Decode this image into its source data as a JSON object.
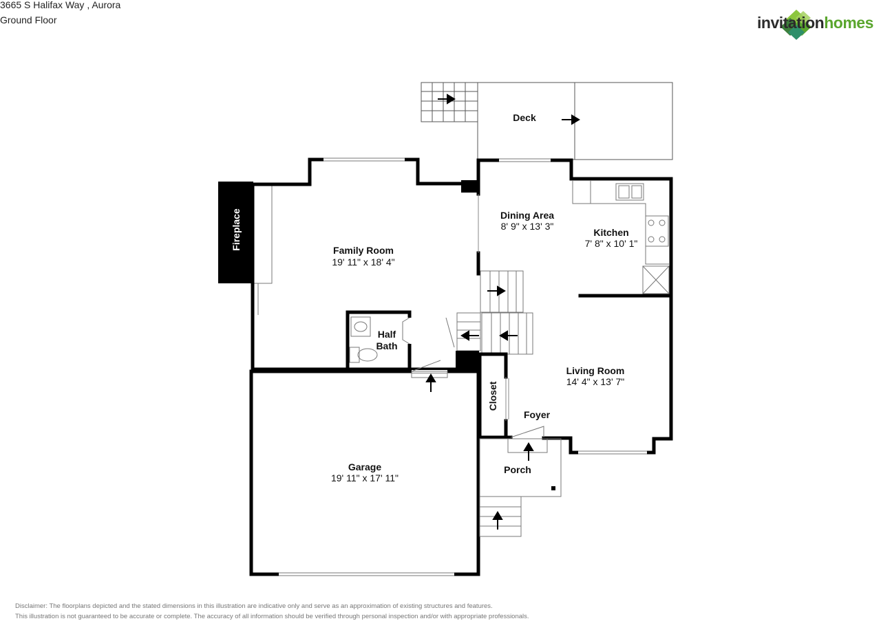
{
  "header": {
    "address": "3665 S Halifax Way , Aurora",
    "floor": "Ground Floor"
  },
  "logo": {
    "word1": "invitation",
    "word2": "homes",
    "colors": {
      "dark": "#2b2b2b",
      "green": "#5aa62e",
      "green_light": "#8cc63f",
      "green_dark": "#3d7f3b",
      "teal": "#2e8f6a"
    }
  },
  "rooms": {
    "deck": {
      "name": "Deck"
    },
    "family_room": {
      "name": "Family Room",
      "dims": "19' 11\" x 18' 4\""
    },
    "fireplace": {
      "name": "Fireplace"
    },
    "half_bath": {
      "name1": "Half",
      "name2": "Bath"
    },
    "dining_area": {
      "name": "Dining Area",
      "dims": "8' 9\" x 13' 3\""
    },
    "kitchen": {
      "name": "Kitchen",
      "dims": "7' 8\" x 10' 1\""
    },
    "living_room": {
      "name": "Living Room",
      "dims": "14' 4\" x 13' 7\""
    },
    "closet": {
      "name": "Closet"
    },
    "foyer": {
      "name": "Foyer"
    },
    "garage": {
      "name": "Garage",
      "dims": "19' 11\" x 17' 11\""
    },
    "porch": {
      "name": "Porch"
    }
  },
  "disclaimer": {
    "line1": "Disclaimer: The floorplans depicted and the stated dimensions in this illustration are indicative only and serve as an approximation of existing structures and features.",
    "line2": "This illustration is not guaranteed to be accurate or complete. The accuracy of all information should be verified through personal inspection and/or with appropriate professionals."
  }
}
